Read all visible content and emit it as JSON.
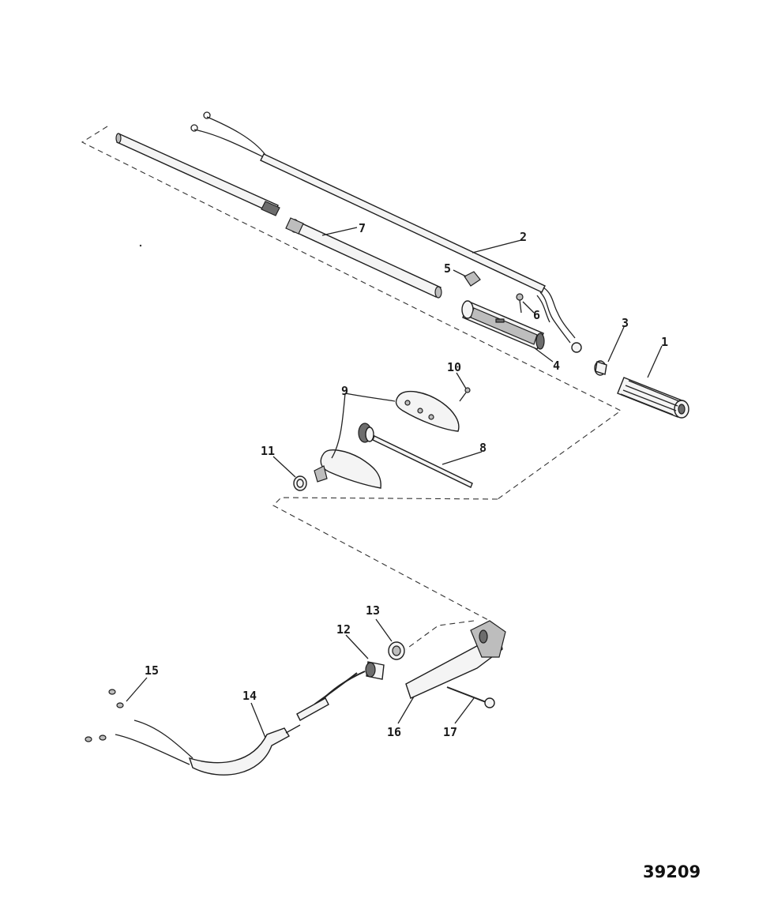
{
  "figure_number": "39209",
  "callouts": [
    {
      "id": "1",
      "text": "1"
    },
    {
      "id": "2",
      "text": "2"
    },
    {
      "id": "3",
      "text": "3"
    },
    {
      "id": "4",
      "text": "4"
    },
    {
      "id": "5",
      "text": "5"
    },
    {
      "id": "6",
      "text": "6"
    },
    {
      "id": "7",
      "text": "7"
    },
    {
      "id": "8",
      "text": "8"
    },
    {
      "id": "9",
      "text": "9"
    },
    {
      "id": "10",
      "text": "10"
    },
    {
      "id": "11",
      "text": "11"
    },
    {
      "id": "12",
      "text": "12"
    },
    {
      "id": "13",
      "text": "13"
    },
    {
      "id": "14",
      "text": "14"
    },
    {
      "id": "15",
      "text": "15"
    },
    {
      "id": "16",
      "text": "16"
    },
    {
      "id": "17",
      "text": "17"
    }
  ]
}
